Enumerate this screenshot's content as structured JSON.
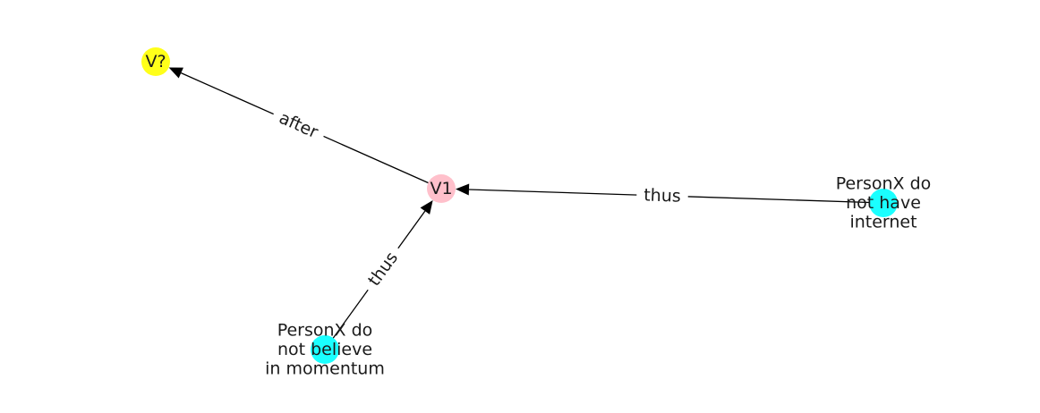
{
  "nodes": [
    {
      "id": "v_unknown",
      "label": "V?",
      "color": "#ffff1a"
    },
    {
      "id": "v1",
      "label": "V1",
      "color": "#ffc0cb"
    },
    {
      "id": "no_internet",
      "label": "PersonX do not have internet",
      "label_lines": [
        "PersonX do",
        "not have",
        "internet"
      ],
      "color": "#1affff"
    },
    {
      "id": "no_momentum",
      "label": "PersonX do not believe in momentum",
      "label_lines": [
        "PersonX do",
        "not believe",
        "in momentum"
      ],
      "color": "#1affff"
    }
  ],
  "edges": [
    {
      "id": "e-v1-vunknown",
      "from": "v1",
      "to": "v_unknown",
      "label": "after"
    },
    {
      "id": "e-internet-v1",
      "from": "no_internet",
      "to": "v1",
      "label": "thus"
    },
    {
      "id": "e-momentum-v1",
      "from": "no_momentum",
      "to": "v1",
      "label": "thus"
    }
  ]
}
